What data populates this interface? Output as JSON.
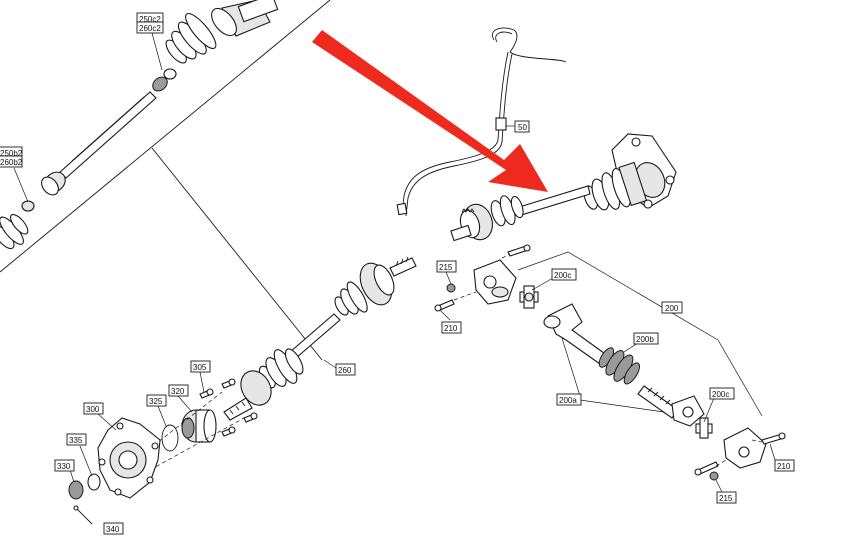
{
  "arrow_color": "#ee2a1e",
  "labels": {
    "l50": "50",
    "l200": "200",
    "l200a": "200a",
    "l200b": "200b",
    "l200c_top": "200c",
    "l200c_bottom": "200c",
    "l210_left": "210",
    "l210_right": "210",
    "l215_left": "215",
    "l215_right": "215",
    "l250c2": "250c2",
    "l260c2": "260c2",
    "l250b2": "250b2",
    "l260b2": "260b2",
    "l260": "260",
    "l300": "300",
    "l305": "305",
    "l320": "320",
    "l325": "325",
    "l330": "330",
    "l335": "335",
    "l340": "340"
  }
}
